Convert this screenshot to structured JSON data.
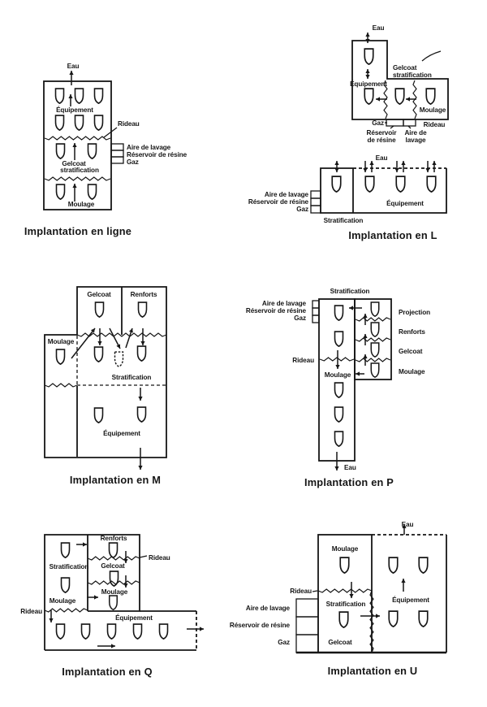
{
  "figure": "Schémas d'implantation d'ateliers (coques de bateaux)",
  "colors": {
    "ink": "#161616",
    "paper": "#ffffff"
  },
  "icons": {
    "hull": "boat-hull-outline",
    "hull_dashed": "boat-hull-dashed-outline"
  },
  "d1": {
    "caption": "Implantation en ligne",
    "eau": "Eau",
    "equipement": "Équipement",
    "rideau": "Rideau",
    "gelcoat": "Gelcoat",
    "strat": "stratification",
    "aire": "Aire de lavage",
    "reservoir": "Réservoir de résine",
    "gaz": "Gaz",
    "moulage": "Moulage"
  },
  "d2": {
    "caption": "Implantation en L",
    "eau_top": "Eau",
    "equipement_top": "Équipement",
    "gelcoat": "Gelcoat",
    "strat": "stratification",
    "moulage": "Moulage",
    "gaz_top": "Gaz",
    "rideau_top": "Rideau",
    "reservoir_l1": "Réservoir",
    "reservoir_l2": "de résine",
    "aire_l1": "Aire de",
    "aire_l2": "lavage",
    "eau_bottom": "Eau",
    "aire_left": "Aire de lavage",
    "reservoir_left": "Réservoir de résine",
    "gaz_left": "Gaz",
    "equipement_bottom": "Équipement",
    "strat_bottom": "Stratification"
  },
  "d3": {
    "caption": "Implantation en M",
    "gelcoat": "Gelcoat",
    "renforts": "Renforts",
    "moulage": "Moulage",
    "stratification": "Stratification",
    "equipement": "Équipement"
  },
  "d4": {
    "caption": "Implantation en P",
    "stratification": "Stratification",
    "aire": "Aire de lavage",
    "reservoir": "Réservoir de résine",
    "gaz": "Gaz",
    "projection": "Projection",
    "renforts": "Renforts",
    "gelcoat": "Gelcoat",
    "moulage_right": "Moulage",
    "rideau": "Rideau",
    "moulage_col": "Moulage",
    "eau": "Eau"
  },
  "d5": {
    "caption": "Implantation en Q",
    "renforts": "Renforts",
    "rideau_right": "Rideau",
    "stratification": "Stratification",
    "gelcoat": "Gelcoat",
    "moulage_right": "Moulage",
    "moulage_left": "Moulage",
    "rideau_left": "Rideau",
    "equipement": "Équipement"
  },
  "d6": {
    "caption": "Implantation en U",
    "eau": "Eau",
    "moulage": "Moulage",
    "rideau": "Rideau",
    "aire": "Aire de lavage",
    "reservoir": "Réservoir de résine",
    "gaz": "Gaz",
    "stratification": "Stratification",
    "gelcoat": "Gelcoat",
    "equipement": "Équipement"
  }
}
